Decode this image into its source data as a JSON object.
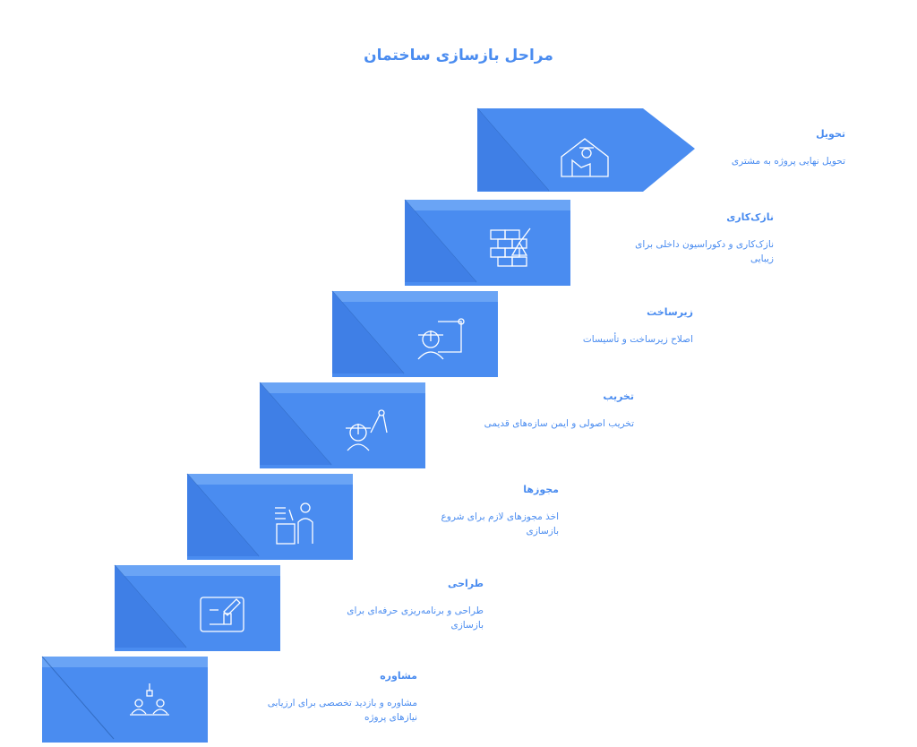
{
  "title": "مراحل بازسازی ساختمان",
  "colors": {
    "accent": "#4a8cf0",
    "text": "#4a8cf0"
  },
  "steps": [
    {
      "name": "مشاوره",
      "desc": "مشاوره و بازدید تخصصی برای ارزیابی نیازهای پروژه",
      "icon": "consultation-icon"
    },
    {
      "name": "طراحی",
      "desc": "طراحی و برنامه‌ریزی حرفه‌ای برای بازسازی",
      "icon": "blueprint-pencil-icon"
    },
    {
      "name": "مجوزها",
      "desc": "اخذ مجوزهای لازم برای شروع بازسازی",
      "icon": "permit-podium-icon"
    },
    {
      "name": "تخریب",
      "desc": "تخریب اصولی و ایمن سازه‌های قدیمی",
      "icon": "worker-compass-icon"
    },
    {
      "name": "زیرساخت",
      "desc": "اصلاح زیرساخت و تأسیسات",
      "icon": "engineer-blueprint-icon"
    },
    {
      "name": "نازک‌کاری",
      "desc": "نازک‌کاری و دکوراسیون داخلی برای زیبایی",
      "icon": "brick-trowel-icon"
    },
    {
      "name": "تحویل",
      "desc": "تحویل نهایی پروژه به مشتری",
      "icon": "house-delivery-icon"
    }
  ]
}
